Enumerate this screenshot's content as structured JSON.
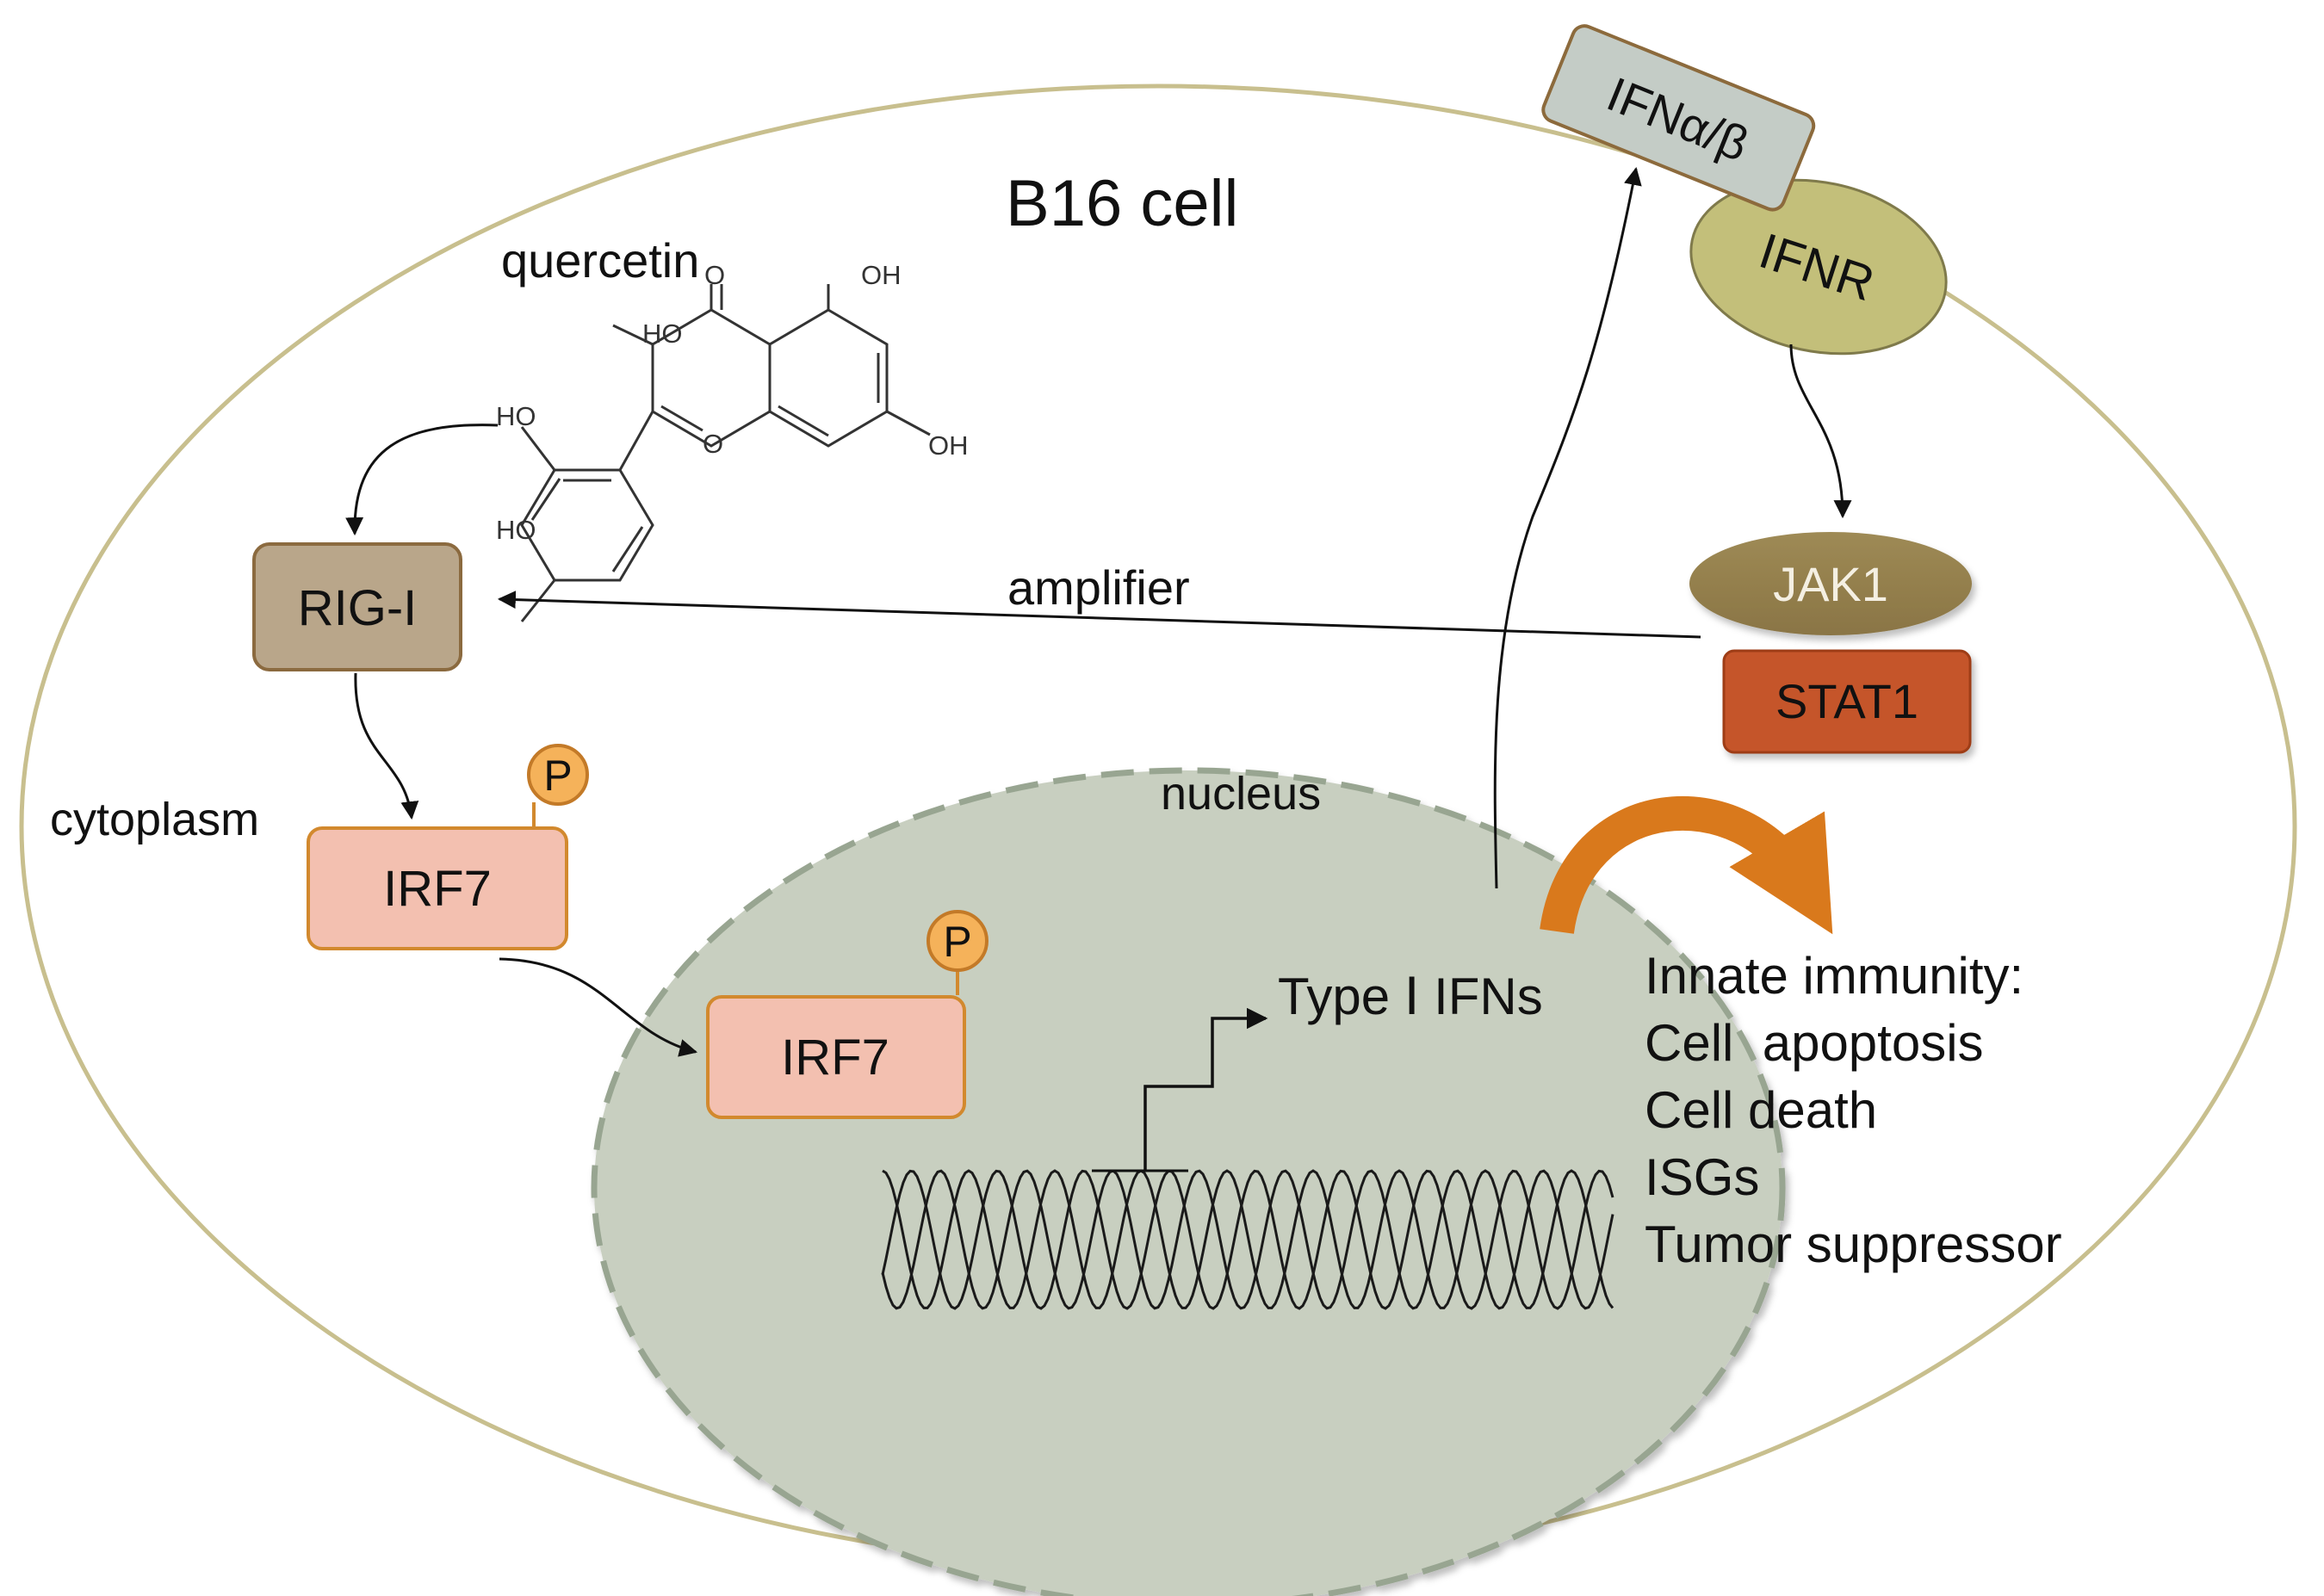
{
  "cell": {
    "title": "B16 cell",
    "cytoplasm_label": "cytoplasm",
    "membrane_color": "#c8bf8e"
  },
  "nucleus": {
    "label": "nucleus",
    "fill_color": "#c8cfc0",
    "border_color": "#98a591"
  },
  "quercetin": {
    "label": "quercetin",
    "groups": {
      "ho_top": "HO",
      "o_keto": "O",
      "oh_top": "OH",
      "oh_right": "OH",
      "ring_o": "O",
      "ho_side1": "HO",
      "ho_side2": "HO"
    }
  },
  "nodes": {
    "ifn_ab": {
      "label": "IFNα/β",
      "color": "#c4ccc6",
      "border": "#8c6a3c"
    },
    "ifnr": {
      "label": "IFNR",
      "color": "#c3bf7a",
      "border": "#7f7a4b"
    },
    "jak1": {
      "label": "JAK1",
      "color": "#a08a55"
    },
    "stat1": {
      "label": "STAT1",
      "color": "#c5542a"
    },
    "rig1": {
      "label": "RIG-I",
      "color": "#b9a68a",
      "border": "#8b6a3f"
    },
    "irf7_cyto": {
      "label": "IRF7",
      "color": "#f3c0b0",
      "border": "#d2892e"
    },
    "irf7_nuc": {
      "label": "IRF7",
      "color": "#f3c0b0",
      "border": "#d2892e"
    },
    "p_cyto": {
      "label": "P",
      "color": "#f5b25a",
      "border": "#c37a28"
    },
    "p_nuc": {
      "label": "P",
      "color": "#f5b25a",
      "border": "#c37a28"
    }
  },
  "edges": {
    "amplifier_label": "amplifier"
  },
  "transcription": {
    "label": "Type Ⅰ IFNs"
  },
  "outcomes": {
    "heading": "Innate immunity:",
    "items": [
      "Cell  apoptosis",
      "Cell death",
      "ISGs",
      "Tumor suppressor"
    ]
  },
  "colors": {
    "arrow": "#111111",
    "curved_arrow": "#d9791c"
  }
}
